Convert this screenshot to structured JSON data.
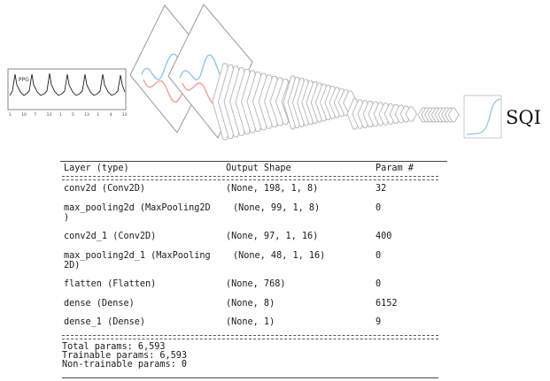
{
  "diagram": {
    "input_signal_label": "PPG",
    "input_axis_ticks": [
      "1",
      "10",
      "7",
      "13",
      "1",
      "5",
      "13",
      "1",
      "4",
      "13"
    ],
    "output_label": "SQI"
  },
  "summary": {
    "headers": [
      "Layer (type)",
      "Output Shape",
      "Param #"
    ],
    "rows": [
      {
        "layer": "conv2d (Conv2D)",
        "layer_cont": "",
        "shape": "(None, 198, 1, 8)",
        "params": "32"
      },
      {
        "layer": "max_pooling2d (MaxPooling2D",
        "layer_cont": ")",
        "shape": "(None, 99, 1, 8)",
        "params": "0"
      },
      {
        "layer": "conv2d_1 (Conv2D)",
        "layer_cont": "",
        "shape": "(None, 97, 1, 16)",
        "params": "400"
      },
      {
        "layer": "max_pooling2d_1 (MaxPooling",
        "layer_cont": "2D)",
        "shape": "(None, 48, 1, 16)",
        "params": "0"
      },
      {
        "layer": "flatten (Flatten)",
        "layer_cont": "",
        "shape": "(None, 768)",
        "params": "0"
      },
      {
        "layer": "dense (Dense)",
        "layer_cont": "",
        "shape": "(None, 8)",
        "params": "6152"
      },
      {
        "layer": "dense_1 (Dense)",
        "layer_cont": "",
        "shape": "(None, 1)",
        "params": "9"
      }
    ],
    "total_params": "Total params: 6,593",
    "trainable_params": "Trainable params: 6,593",
    "non_trainable_params": "Non-trainable params: 0"
  }
}
